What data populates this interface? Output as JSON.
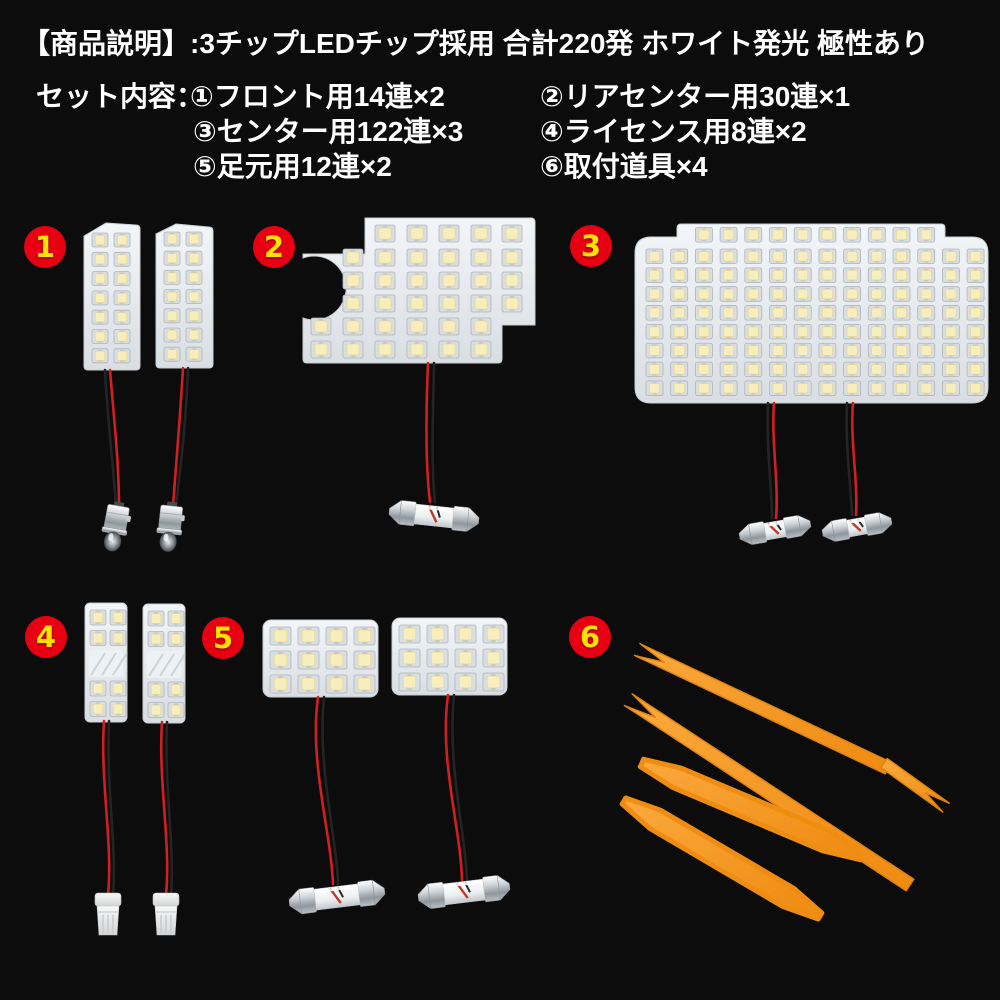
{
  "title": "【商品説明】:3チップLEDチップ採用 合計220発  ホワイト発光 極性あり",
  "set_contents": {
    "label": "セット内容：",
    "items": [
      {
        "badge": "1",
        "text": "①フロント用14連×2"
      },
      {
        "badge": "2",
        "text": "②リアセンター用30連×1"
      },
      {
        "badge": "3",
        "text": "③センター用122連×3"
      },
      {
        "badge": "4",
        "text": "④ライセンス用8連×2"
      },
      {
        "badge": "5",
        "text": "⑤足元用12連×2"
      },
      {
        "badge": "6",
        "text": "⑥取付道具×4"
      }
    ]
  },
  "products": [
    {
      "badge": "1",
      "type": "led-strip-pair",
      "strips": 2,
      "cols": 2,
      "rows": 7,
      "leds_per_strip": 14,
      "bulb": "ba9s-bayonet"
    },
    {
      "badge": "2",
      "type": "notched-led-board",
      "row_cols": [
        [
          2,
          6
        ],
        [
          1,
          6
        ],
        [
          1,
          6
        ],
        [
          1,
          6
        ],
        [
          0,
          5
        ],
        [
          0,
          5
        ]
      ],
      "bulb": "festoon"
    },
    {
      "badge": "3",
      "type": "large-led-board",
      "full_rows": 8,
      "full_cols": 14,
      "tab_col_start": 2,
      "tab_col_end": 11,
      "bulbs": 2,
      "bulb": "festoon"
    },
    {
      "badge": "4",
      "type": "led-strip-pair",
      "strips": 2,
      "cols": 2,
      "rows": 4,
      "leds_per_strip": 8,
      "bulb": "t10-wedge"
    },
    {
      "badge": "5",
      "type": "led-board-pair",
      "boards": 2,
      "cols": 4,
      "rows": 3,
      "leds_per_board": 12,
      "bulb": "festoon"
    },
    {
      "badge": "6",
      "type": "trim-tool-set",
      "tools": 4
    }
  ],
  "colors": {
    "background": "#0c0c0c",
    "text": "#ffffff",
    "badge_red": "#e60012",
    "badge_number": "#ffe100",
    "board": "#e9edf0",
    "led_chip": "#f7eebd",
    "wire_red": "#d21f1f",
    "wire_black": "#242424",
    "tool_orange": "#f79a2b"
  }
}
